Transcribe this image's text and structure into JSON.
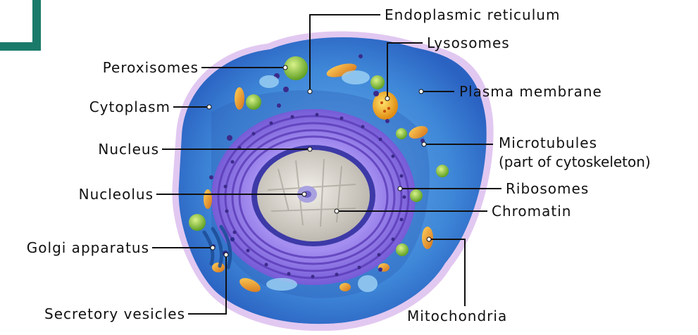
{
  "labels": {
    "endoplasmic_reticulum": "Endoplasmic reticulum",
    "lysosomes": "Lysosomes",
    "peroxisomes": "Peroxisomes",
    "plasma_membrane": "Plasma membrane",
    "cytoplasm": "Cytoplasm",
    "microtubules_line1": "Microtubules",
    "microtubules_line2": "(part of cytoskeleton)",
    "nucleus": "Nucleus",
    "ribosomes": "Ribosomes",
    "nucleolus": "Nucleolus",
    "chromatin": "Chromatin",
    "golgi_apparatus": "Golgi apparatus",
    "secretory_vesicles": "Secretory vesicles",
    "mitochondria": "Mitochondria"
  },
  "colors": {
    "accent_corner": "#1a7a6a",
    "membrane": "#2c6fcf",
    "cytoplasm": "#4a90d9",
    "nucleus_envelope": "#7b5bd6",
    "nucleoplasm": "#d8d4cc",
    "mitochondria": "#f0a020",
    "peroxisome": "#8cc63f",
    "lysosome": "#f2b51a",
    "ribosome": "#3b2a8a"
  }
}
